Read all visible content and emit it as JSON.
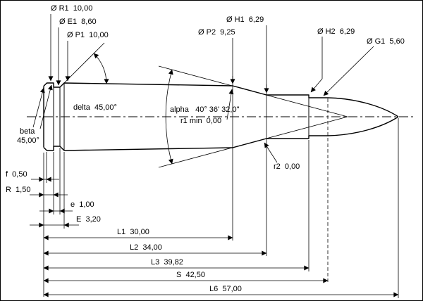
{
  "figure": {
    "type": "cartridge-dimensional-drawing",
    "diameter_callouts": {
      "r1": "Ø R1  10,00",
      "e1": "Ø E1  8,60",
      "p1": "Ø P1  10,00",
      "p2": "Ø P2  9,25",
      "h1": "Ø H1  6,29",
      "h2": "Ø H2  6,29",
      "g1": "Ø G1  5,60"
    },
    "angle_callouts": {
      "delta": "delta  45,00°",
      "alpha": "alpha   40° 36' 32,0\"",
      "r1_min": "r1 min  0,00",
      "r2": "r2  0,00",
      "beta_name": "beta",
      "beta_value": "45,00°"
    },
    "head_dimensions": {
      "f": "f  0,50",
      "r": "R  1,50",
      "e": "e  1,00",
      "e_cap": "E  3,20"
    },
    "length_dimensions": {
      "l1": "L1  30,00",
      "l2": "L2  34,00",
      "l3": "L3  39,82",
      "s": "S  42,50",
      "l6": "L6  57,00"
    }
  }
}
